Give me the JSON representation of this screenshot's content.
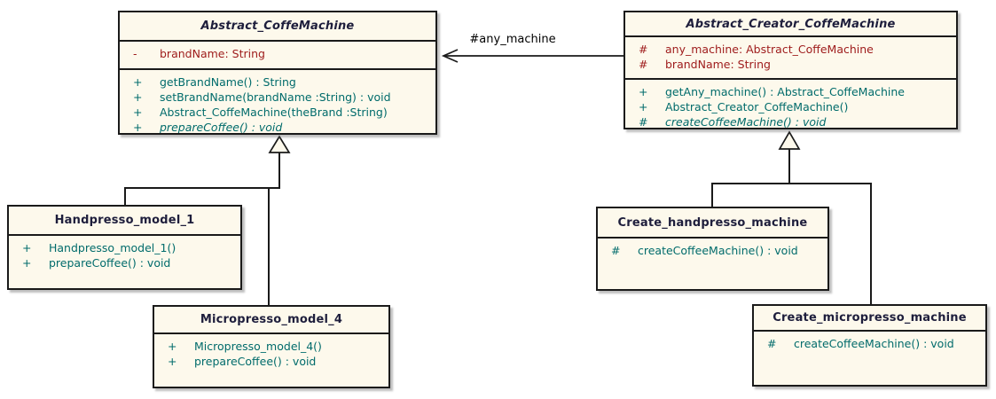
{
  "diagram": {
    "type": "uml-class-diagram",
    "association": {
      "label": "#any_machine",
      "from": "Abstract_Creator_CoffeMachine",
      "to": "Abstract_CoffeMachine"
    },
    "generalizations": [
      {
        "from": "Handpresso_model_1",
        "to": "Abstract_CoffeMachine"
      },
      {
        "from": "Micropresso_model_4",
        "to": "Abstract_CoffeMachine"
      },
      {
        "from": "Create_handpresso_machine",
        "to": "Abstract_Creator_CoffeMachine"
      },
      {
        "from": "Create_micropresso_machine",
        "to": "Abstract_Creator_CoffeMachine"
      }
    ],
    "colors": {
      "box_fill": "#FDF9EC",
      "box_border": "#1A1A1A",
      "title_text": "#1E1E3C",
      "attribute_text": "#9E1B1B",
      "method_text": "#006B6B",
      "edge_label_text": "#000000"
    },
    "classes": [
      {
        "name": "Abstract_CoffeMachine",
        "stereotype": "abstract",
        "attributes": [
          {
            "visibility": "-",
            "text": "brandName: String"
          }
        ],
        "methods": [
          {
            "visibility": "+",
            "text": "getBrandName() : String"
          },
          {
            "visibility": "+",
            "text": "setBrandName(brandName :String) : void"
          },
          {
            "visibility": "+",
            "text": "Abstract_CoffeMachine(theBrand :String)"
          },
          {
            "visibility": "+",
            "text": "prepareCoffee() : void",
            "abstract": true
          }
        ]
      },
      {
        "name": "Abstract_Creator_CoffeMachine",
        "stereotype": "abstract",
        "attributes": [
          {
            "visibility": "#",
            "text": "any_machine: Abstract_CoffeMachine"
          },
          {
            "visibility": "#",
            "text": "brandName: String"
          }
        ],
        "methods": [
          {
            "visibility": "+",
            "text": "getAny_machine() : Abstract_CoffeMachine"
          },
          {
            "visibility": "+",
            "text": "Abstract_Creator_CoffeMachine()"
          },
          {
            "visibility": "#",
            "text": "createCoffeeMachine() : void",
            "abstract": true
          }
        ]
      },
      {
        "name": "Handpresso_model_1",
        "methods": [
          {
            "visibility": "+",
            "text": "Handpresso_model_1()"
          },
          {
            "visibility": "+",
            "text": "prepareCoffee() : void"
          }
        ]
      },
      {
        "name": "Micropresso_model_4",
        "methods": [
          {
            "visibility": "+",
            "text": "Micropresso_model_4()"
          },
          {
            "visibility": "+",
            "text": "prepareCoffee() : void"
          }
        ]
      },
      {
        "name": "Create_handpresso_machine",
        "methods": [
          {
            "visibility": "#",
            "text": "createCoffeeMachine() : void"
          }
        ]
      },
      {
        "name": "Create_micropresso_machine",
        "methods": [
          {
            "visibility": "#",
            "text": "createCoffeeMachine() : void"
          }
        ]
      }
    ]
  }
}
